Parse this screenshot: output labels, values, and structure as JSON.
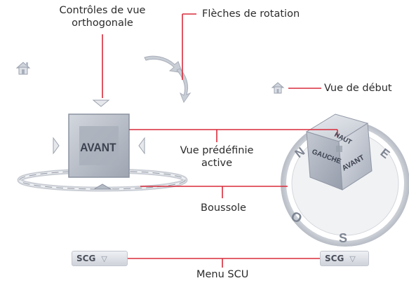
{
  "callouts": {
    "ortho_controls": "Contrôles de vue\northogonale",
    "ortho_controls_line1": "Contrôles de vue",
    "ortho_controls_line2": "orthogonale",
    "rotation_arrows": "Flèches de rotation",
    "home_view": "Vue de début",
    "active_preset_line1": "Vue prédéfinie",
    "active_preset_line2": "active",
    "compass": "Boussole",
    "ucs_menu": "Menu SCU"
  },
  "left_widget": {
    "face_label": "AVANT",
    "ucs_button": "SCG"
  },
  "right_cube": {
    "top_label": "HAUT",
    "left_label": "GAUCHE",
    "front_label": "AVANT",
    "compass_letters": [
      "N",
      "E",
      "O",
      "S"
    ],
    "ucs_button": "SCG"
  },
  "colors": {
    "leader": "#d92b3a",
    "cube_face": "#b9bfc9",
    "text": "#2b2b2b"
  }
}
